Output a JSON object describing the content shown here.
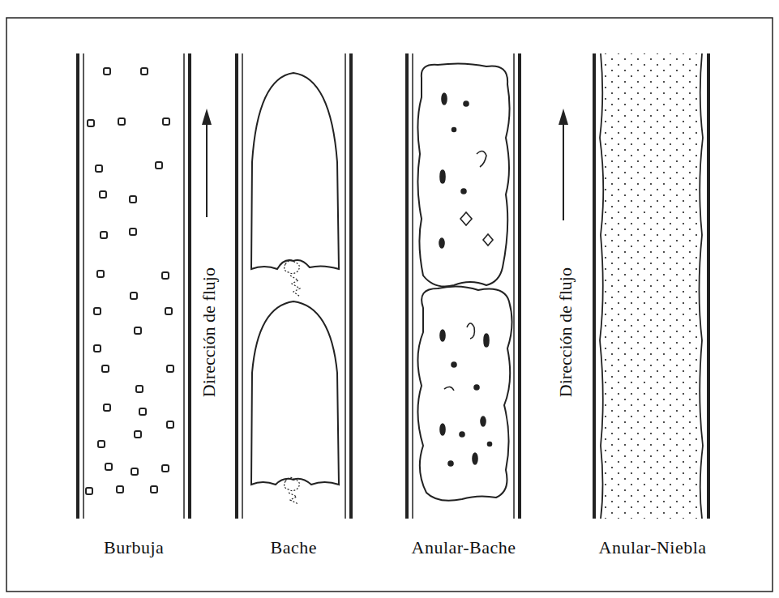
{
  "diagram": {
    "labels": [
      "Burbuja",
      "Dirección de flujo",
      "Bache",
      "Anular-Bache",
      "Dirección de flujo",
      "Anular-Niebla"
    ]
  }
}
